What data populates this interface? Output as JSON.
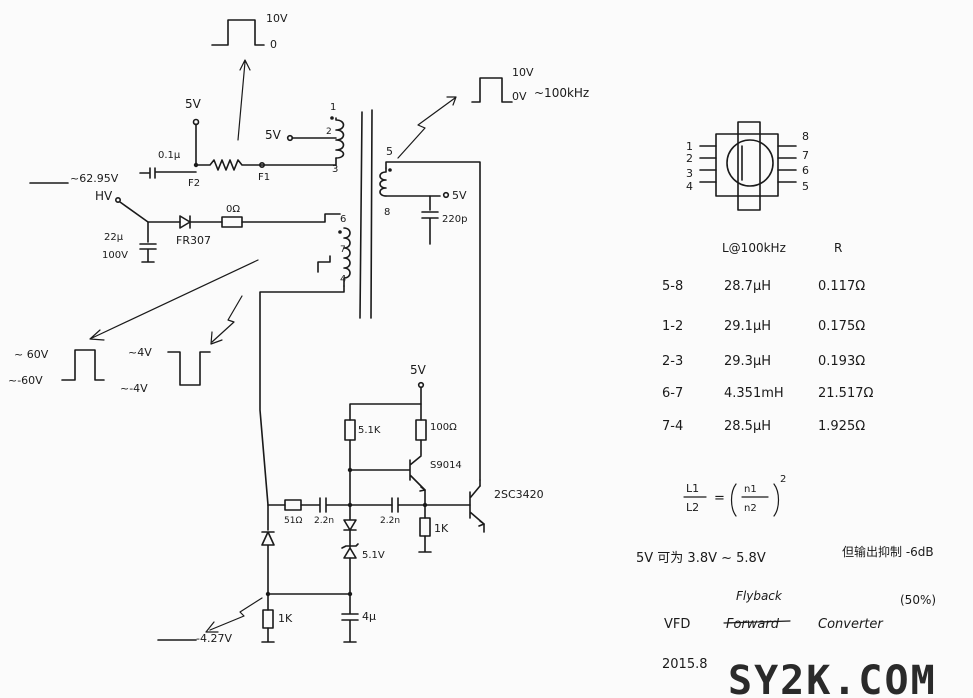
{
  "top_waveform": {
    "high": "10V",
    "low": "0"
  },
  "drive_waveform": {
    "high": "10V",
    "low": "0V",
    "freq": "~100kHz"
  },
  "labels": {
    "v5_top": "5V",
    "cap_01": "0.1μ",
    "f2": "F2",
    "f1": "F1",
    "v5_pin": "5V",
    "hv_volt": "~62.95V",
    "hv": "HV",
    "r_0ohm": "0Ω",
    "diode": "FR307",
    "cap_22": "22μ",
    "cap_100v": "100V",
    "pin1": "1",
    "pin2": "2",
    "pin3": "3",
    "pin4": "4",
    "pin5": "5",
    "pin6": "6",
    "pin7": "7",
    "pin8": "8",
    "sec_5v": "5V",
    "cap_220p": "220p",
    "wave60_a": "~ 60V",
    "wave60_b": "~-60V",
    "wave4_a": "~4V",
    "wave4_b": "~-4V",
    "v5_bias": "5V",
    "r_5k1": "5.1K",
    "r_100": "100Ω",
    "q_s9014": "S9014",
    "q_2sc": "2SC3420",
    "r_51": "51Ω",
    "c_22n_a": "2.2n",
    "c_22n_b": "2.2n",
    "r_1k_b": "1K",
    "zener": "5.1V",
    "r_1k_l": "1K",
    "c_4u": "4μ",
    "neg_volt": "-4.27V"
  },
  "ic_pins": {
    "left": [
      "1",
      "2",
      "3",
      "4"
    ],
    "right": [
      "8",
      "7",
      "6",
      "5"
    ]
  },
  "table": {
    "headers": [
      "L@100kHz",
      "R"
    ],
    "rows": [
      {
        "pins": "5-8",
        "l": "28.7μH",
        "r": "0.117Ω"
      },
      {
        "pins": "1-2",
        "l": "29.1μH",
        "r": "0.175Ω"
      },
      {
        "pins": "2-3",
        "l": "29.3μH",
        "r": "0.193Ω"
      },
      {
        "pins": "6-7",
        "l": "4.351mH",
        "r": "21.517Ω"
      },
      {
        "pins": "7-4",
        "l": "28.5μH",
        "r": "1.925Ω"
      }
    ]
  },
  "formula": {
    "l1": "L1",
    "l2": "L2",
    "n1": "n1",
    "n2": "n2",
    "exp": "2"
  },
  "notes": {
    "line1": "5V 可为 3.8V ~ 5.8V",
    "line1b": "但输出抑制 -6dB",
    "line1c": "(50%)",
    "flyback": "Flyback",
    "forward": "Forward",
    "vfd": "VFD",
    "converter": "Converter",
    "date": "2015.8"
  },
  "watermark": "SY2K.COM"
}
